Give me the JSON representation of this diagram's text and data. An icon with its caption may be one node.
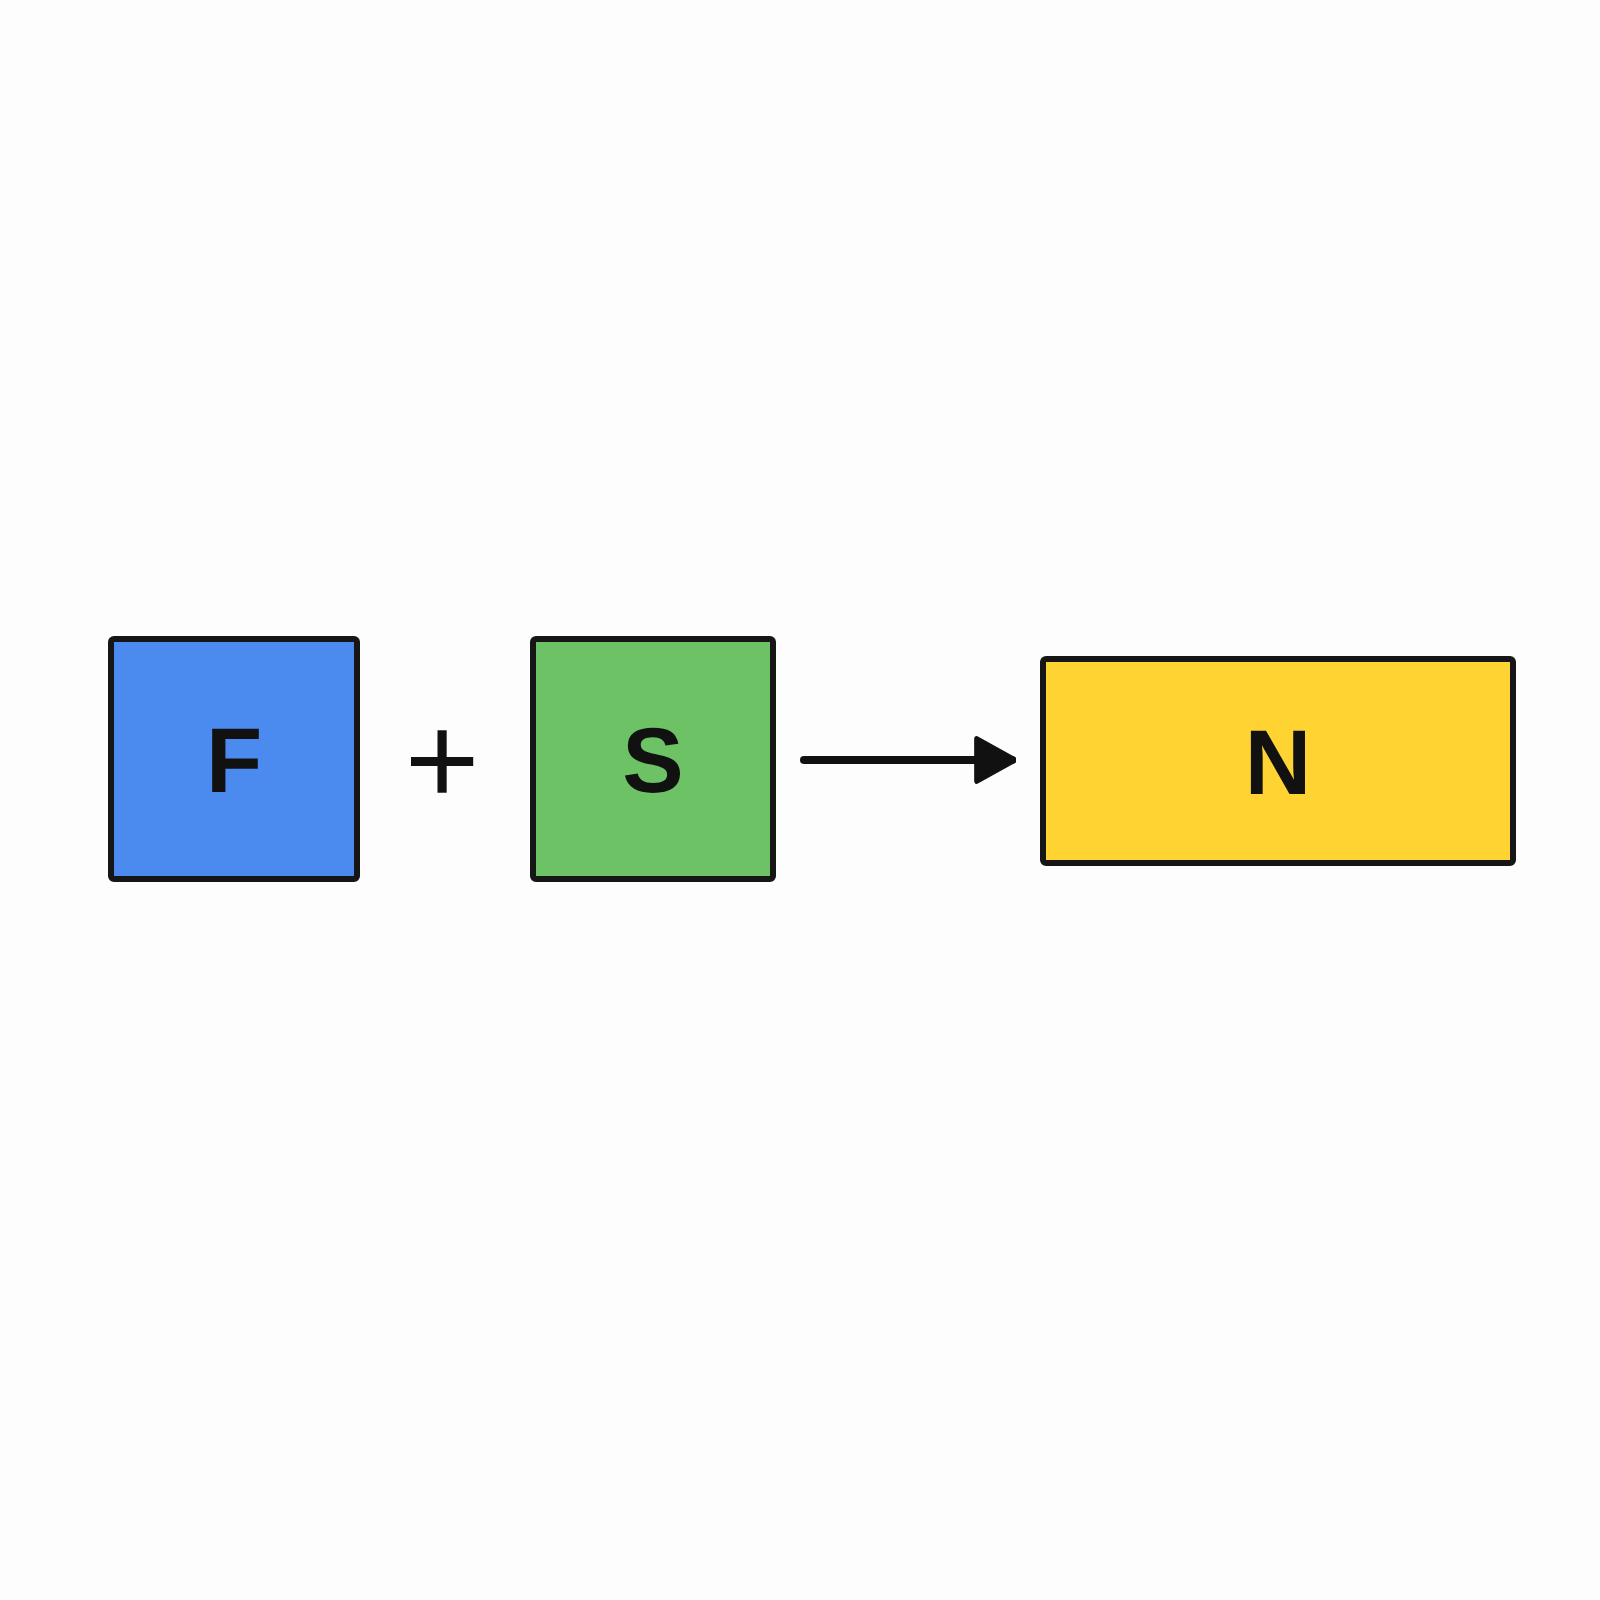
{
  "diagram": {
    "nodes": [
      {
        "text": [
          "F"
        ]
      },
      {
        "text": [
          "S"
        ]
      },
      {
        "text": [
          "N"
        ]
      }
    ],
    "edges": [
      {
        "from": 1,
        "to": 2,
        "arrow": "to"
      }
    ],
    "labels": [
      "+"
    ]
  }
}
